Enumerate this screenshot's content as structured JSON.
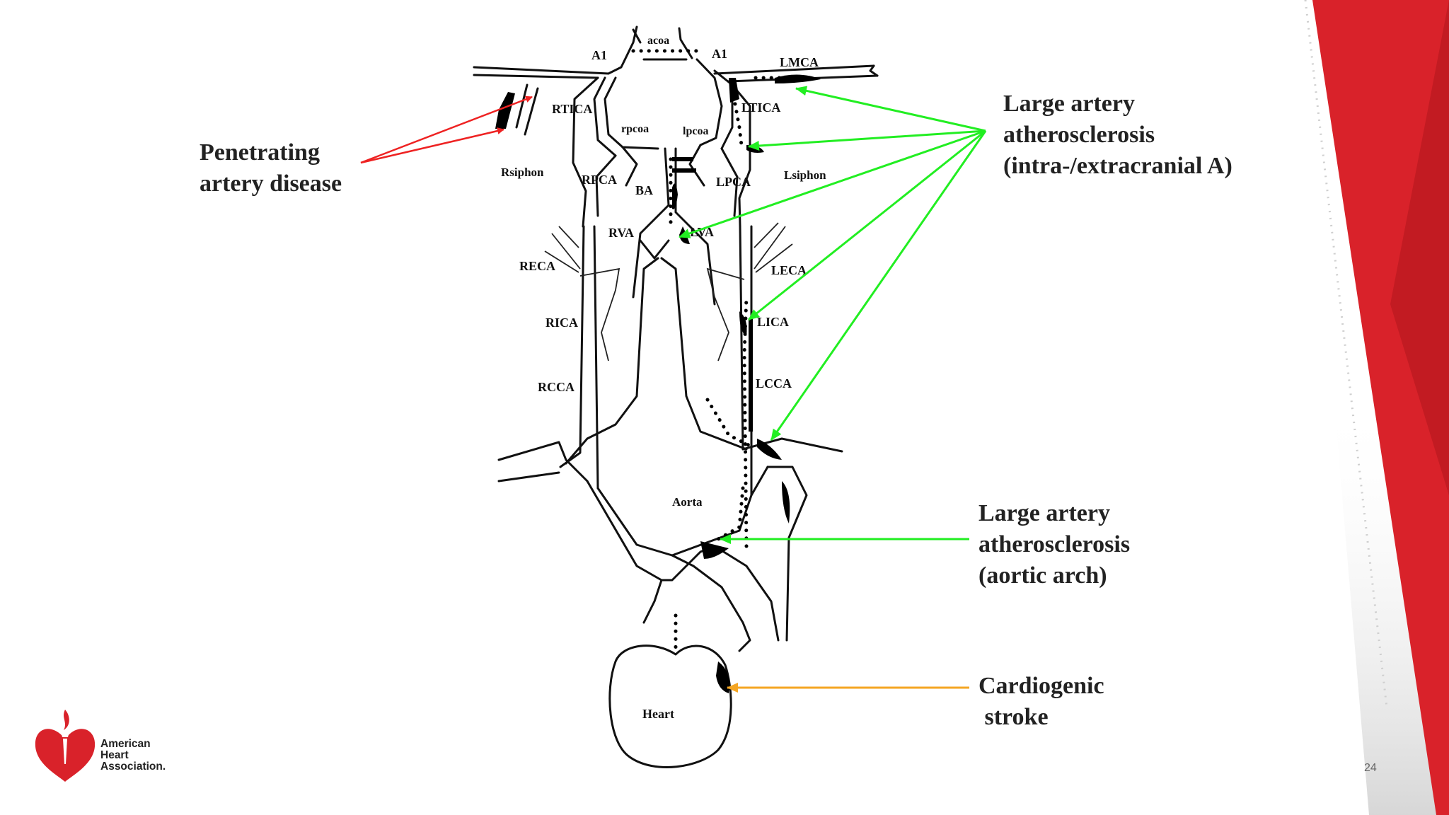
{
  "labels": {
    "acoa": "acoa",
    "a1_left": "A1",
    "a1_right": "A1",
    "lmca": "LMCA",
    "rtica": "RTICA",
    "ltica": "LTICA",
    "rpcoa": "rpcoa",
    "lpcoa": "lpcoa",
    "rsiphon": "Rsiphon",
    "lsiphon": "Lsiphon",
    "rpca": "RPCA",
    "lpca": "LPCA",
    "ba": "BA",
    "rva": "RVA",
    "lva": "LVA",
    "reca": "RECA",
    "leca": "LECA",
    "rica": "RICA",
    "lica": "LICA",
    "rcca": "RCCA",
    "lcca": "LCCA",
    "aorta": "Aorta",
    "heart": "Heart"
  },
  "annotations": {
    "penetrating": [
      "Penetrating",
      "artery disease"
    ],
    "large_intra": [
      "Large artery",
      "atherosclerosis",
      "(intra-/extracranial A)"
    ],
    "large_aortic": [
      "Large artery",
      "atherosclerosis",
      "(aortic arch)"
    ],
    "cardiogenic": [
      "Cardiogenic",
      " stroke"
    ]
  },
  "colors": {
    "red_arrow": "#ee2222",
    "green_arrow": "#22ee22",
    "orange_arrow": "#f5a623",
    "brand_red": "#d9222a"
  },
  "logo": {
    "icon": "heart-torch-icon",
    "lines": [
      "American",
      "Heart",
      "Association."
    ]
  },
  "page_number": "24"
}
